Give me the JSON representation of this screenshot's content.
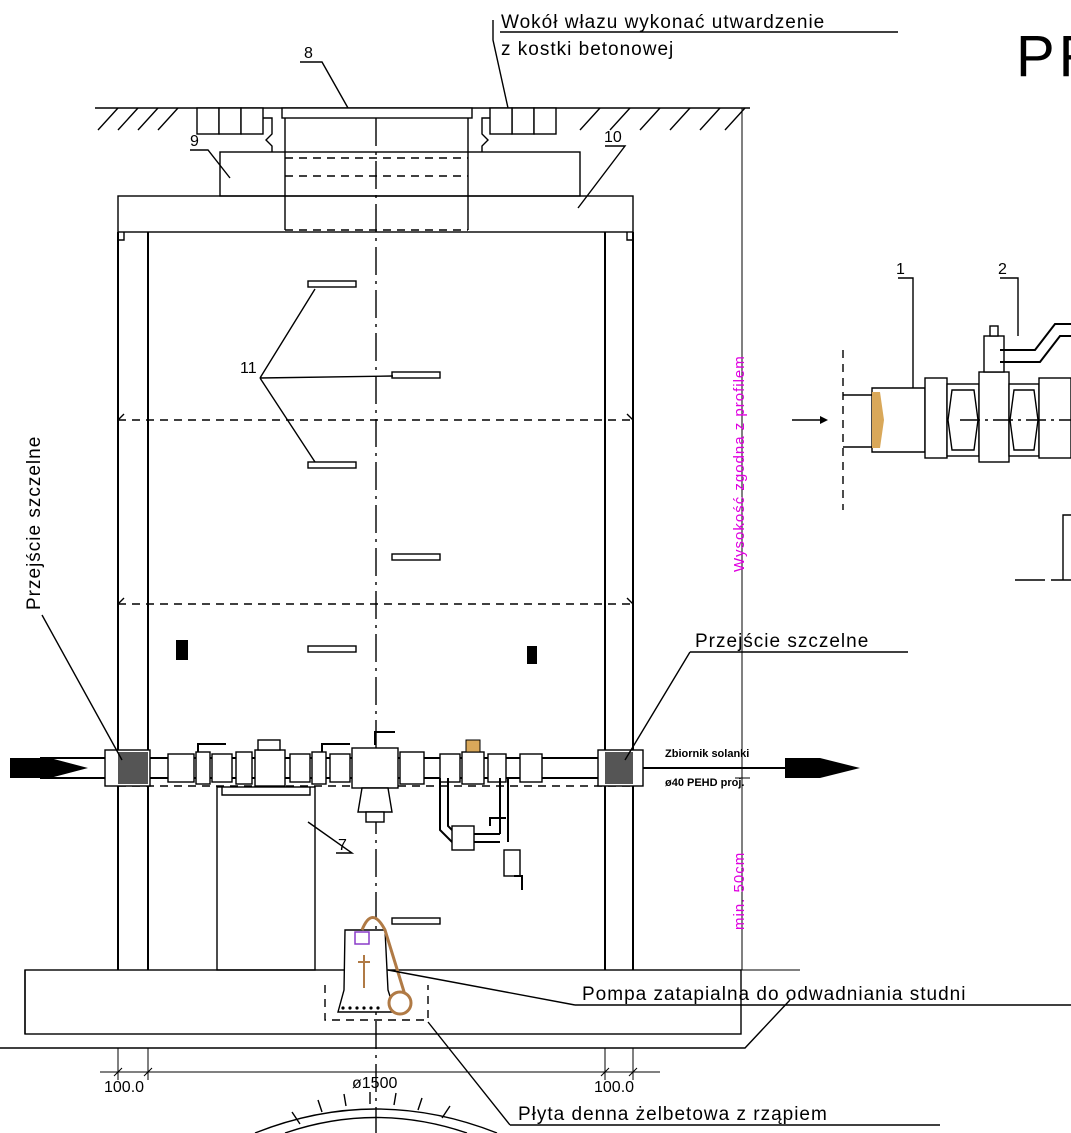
{
  "labels": {
    "title_partial": "PR",
    "paving_note_line1": "Wokół włazu wykonać utwardzenie",
    "paving_note_line2": "z kostki betonowej",
    "num_8": "8",
    "num_9": "9",
    "num_10": "10",
    "num_11": "11",
    "num_7": "7",
    "num_1": "1",
    "num_2": "2",
    "seal_left": "Przejście szczelne",
    "seal_right": "Przejście szczelne",
    "height_profile": "Wysokość zgodna z profilem",
    "min_50": "min. 50cm",
    "brine_tank": "Zbiornik solanki",
    "pipe_spec": "ø40 PEHD proj.",
    "pump": "Pompa zatapialna do odwadniania studni",
    "base_plate": "Płyta denna żelbetowa z rząpiem",
    "dim_left": "100.0",
    "dim_right": "100.0",
    "dim_diameter": "ø1500"
  },
  "colors": {
    "line": "#000000",
    "annotation": "#e000e0",
    "pump_cable": "#b07a45",
    "brass": "#d9a85a"
  }
}
